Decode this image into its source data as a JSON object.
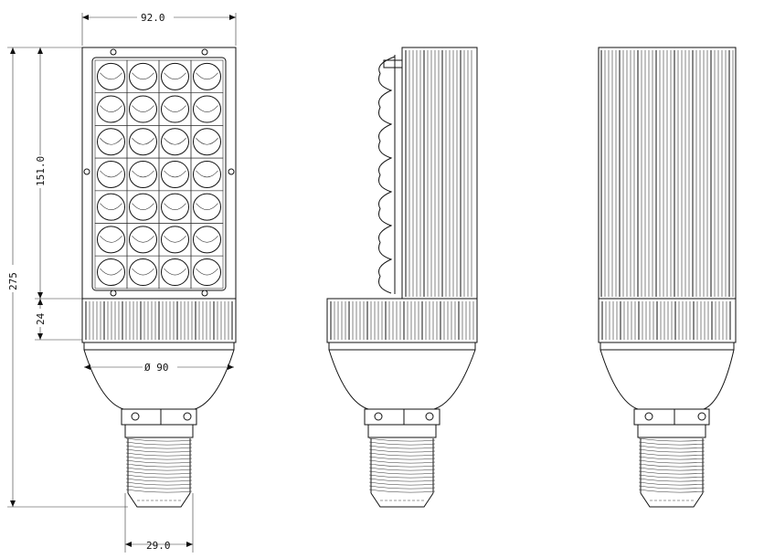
{
  "dimensions": {
    "width_top": "92.0",
    "led_height": "151.0",
    "total_height": "275",
    "collar_height": "24",
    "bulb_diameter": "Ø 90",
    "base_width": "29.0"
  },
  "led_grid": {
    "rows": 7,
    "cols": 4
  },
  "colors": {
    "line": "#111111",
    "background": "#ffffff"
  }
}
